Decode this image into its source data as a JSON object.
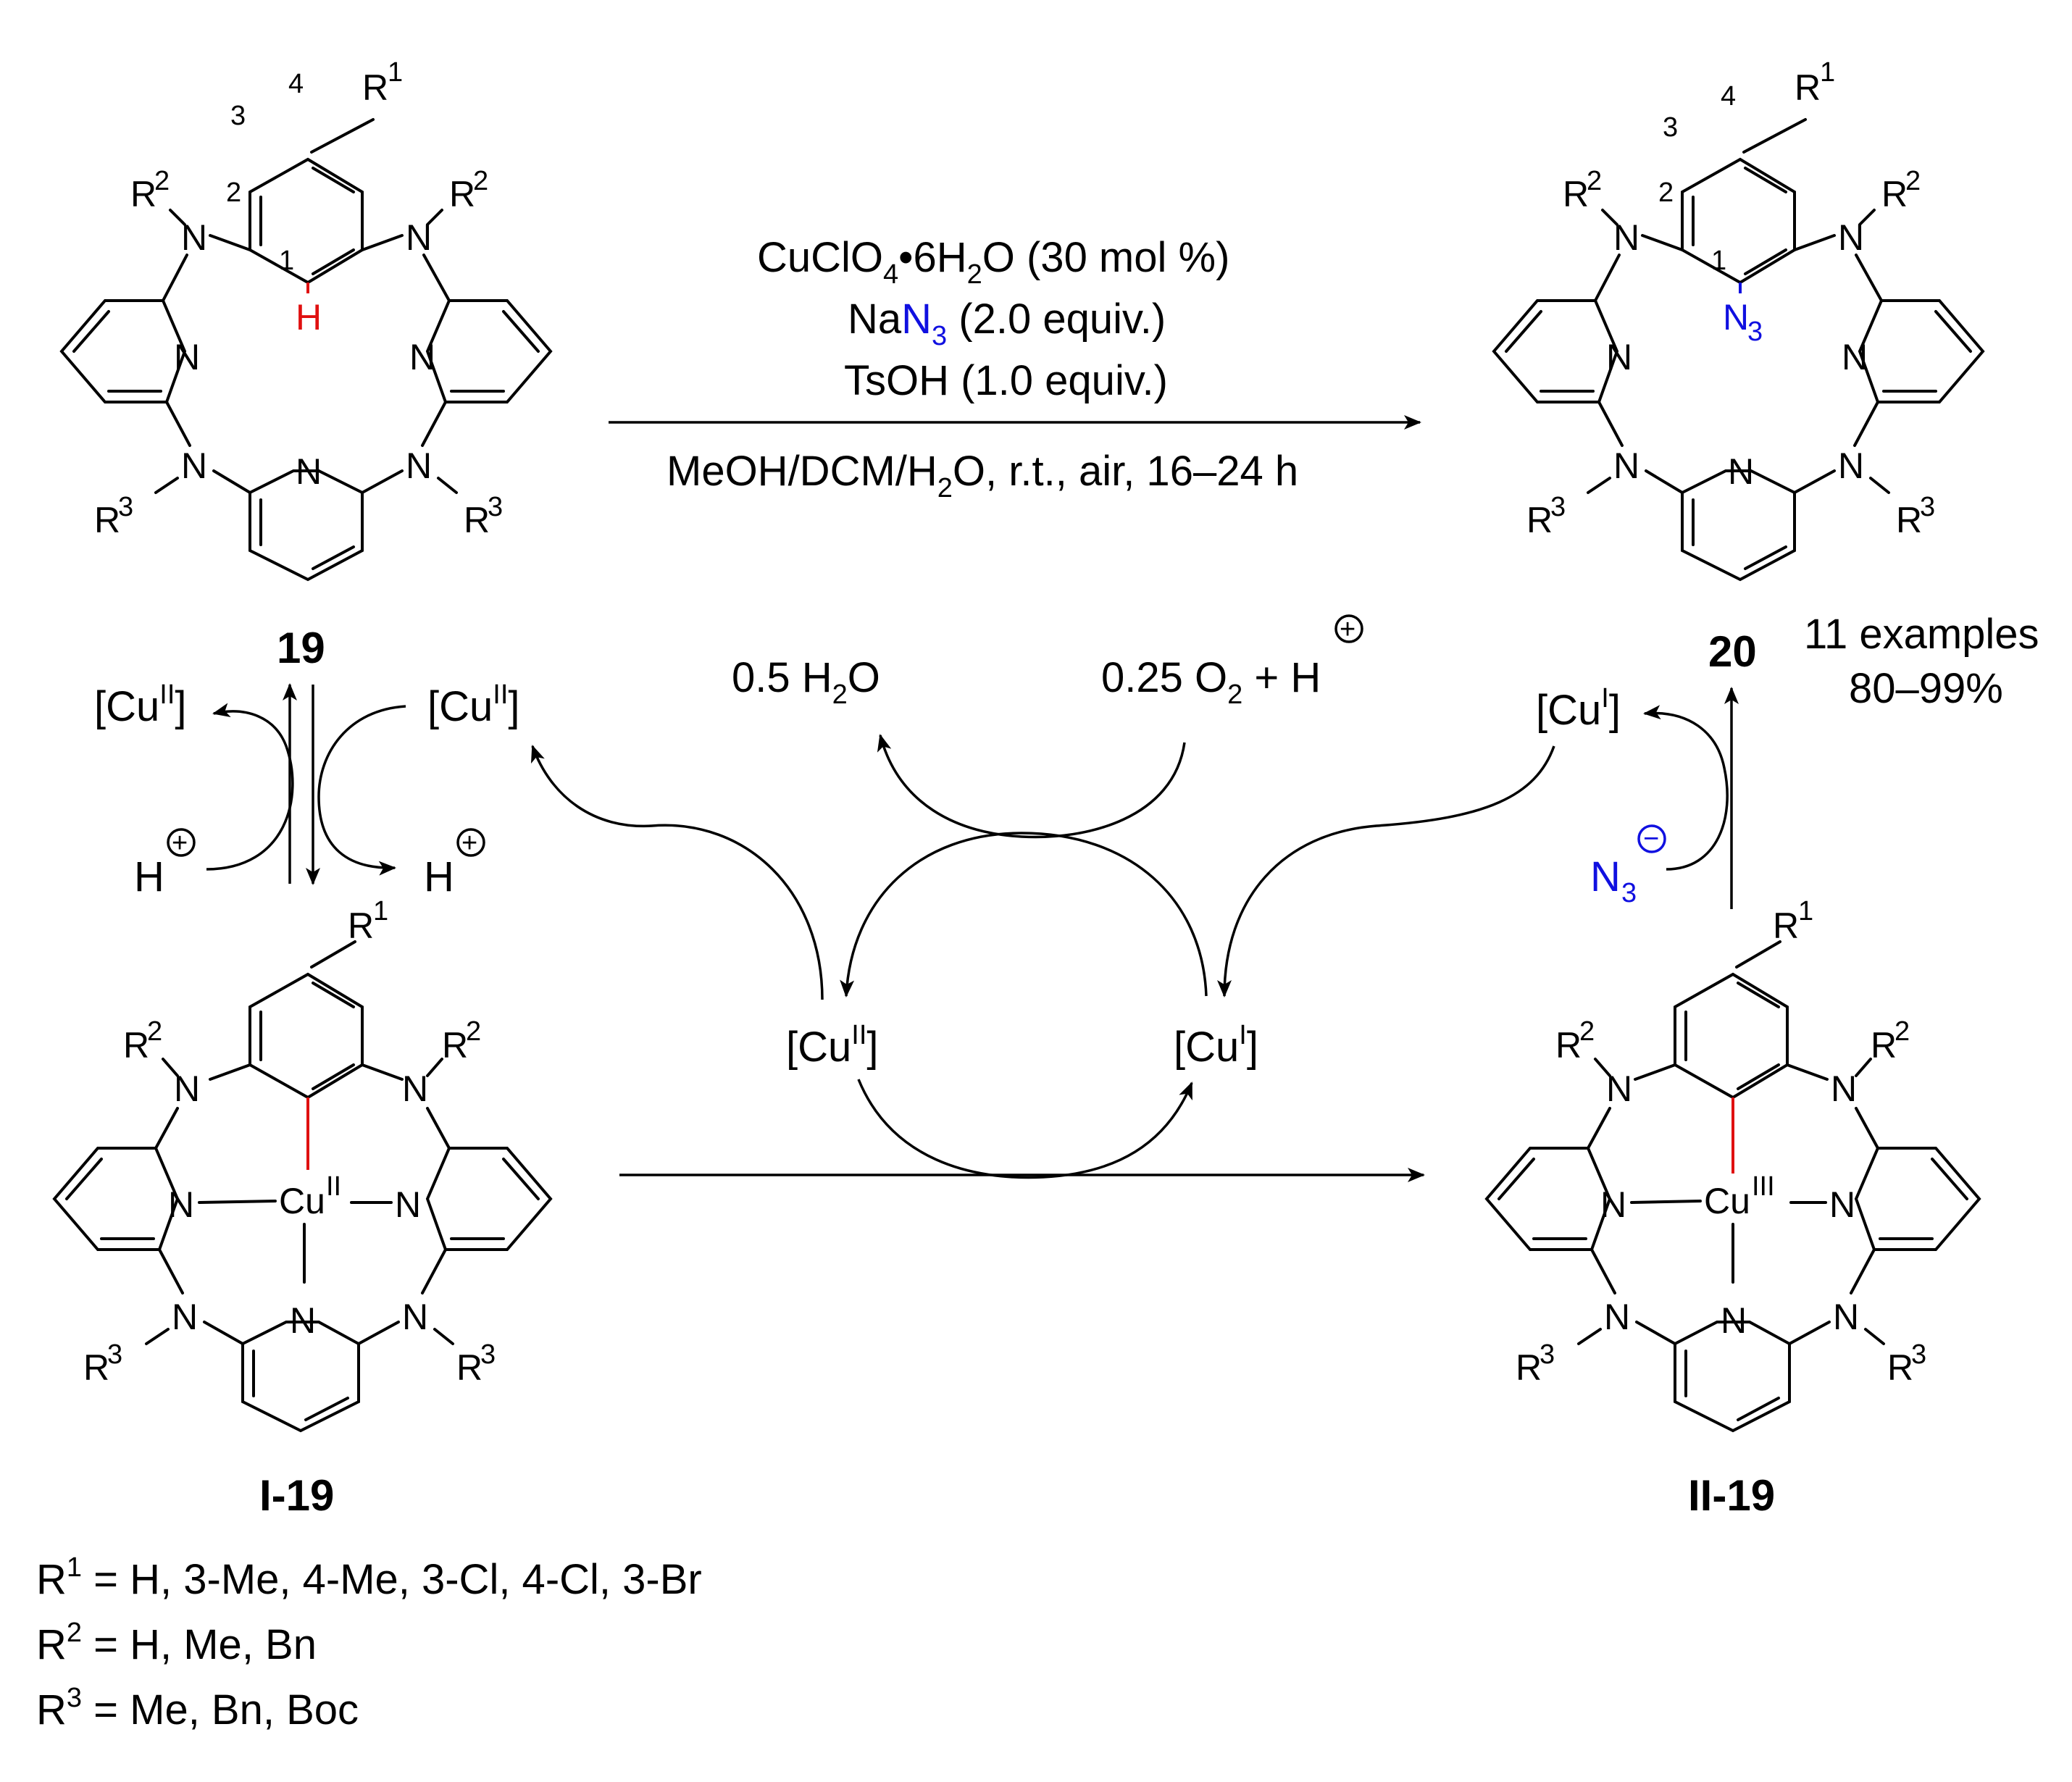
{
  "conditions": {
    "cat_main": "CuClO",
    "cat_sub": "4",
    "cat_rest": "•6H",
    "cat_sub2": "2",
    "cat_end": "O (30 mol %)",
    "azide_na": "Na",
    "azide_n": "N",
    "azide_sub": "3",
    "azide_rest": " (2.0 equiv.)",
    "acid": "TsOH  (1.0 equiv.)",
    "solvent_main": "MeOH/DCM/H",
    "solvent_sub": "2",
    "solvent_rest": "O, r.t., air, 16–24 h"
  },
  "compounds": {
    "sm": "19",
    "product": "20",
    "int1": "I-19",
    "int2": "II-19"
  },
  "yield": {
    "examples": "11 examples",
    "range": "80–99%"
  },
  "cycle": {
    "cu2": "[Cu",
    "cu2_sup": "II",
    "cu1": "[Cu",
    "cu1_sup": "I",
    "close": "]",
    "water": "0.5 H",
    "water_sub": "2",
    "water_end": "O",
    "oxygen": "0.25 O",
    "oxygen_sub": "2",
    "oxygen_end": " + H",
    "proton": "H",
    "plus": "+",
    "minus": "−",
    "azide_n": "N",
    "azide_sub": "3"
  },
  "atoms": {
    "N": "N",
    "H": "H",
    "R": "R",
    "Cu": "Cu",
    "sup1": "1",
    "sup2": "2",
    "sup3": "3",
    "ox2": "II",
    "ox3": "III",
    "n1": "1",
    "n2": "2",
    "n3": "3",
    "n4": "4",
    "N3": "N",
    "N3sub": "3"
  },
  "legend": {
    "r1_label": "R",
    "r1_sup": "1",
    "r1_vals": " = H, 3-Me, 4-Me, 3-Cl, 4-Cl, 3-Br",
    "r2_label": "R",
    "r2_sup": "2",
    "r2_vals": " = H, Me, Bn",
    "r3_label": "R",
    "r3_sup": "3",
    "r3_vals": " = Me, Bn, Boc"
  },
  "colors": {
    "highlight_h": "#e01010",
    "azide": "#1010e0",
    "bond": "#000000"
  }
}
